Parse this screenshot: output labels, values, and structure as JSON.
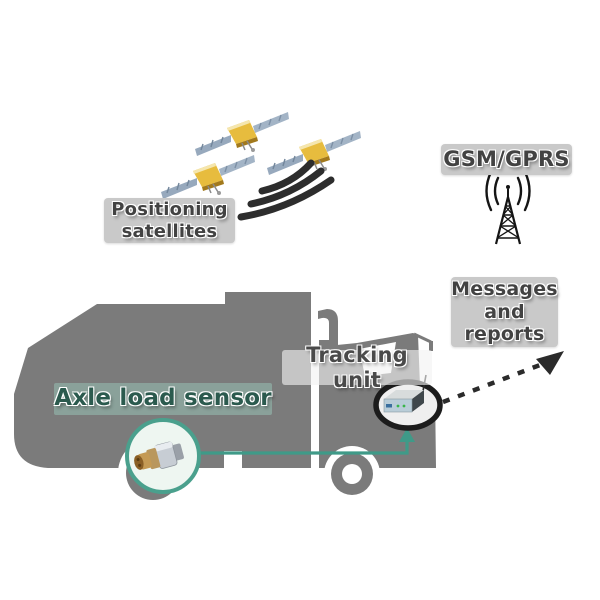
{
  "labels": {
    "positioning": {
      "line1": "Positioning",
      "line2": "satellites"
    },
    "gsm": "GSM/GPRS",
    "messages": {
      "line1": "Messages",
      "line2": "and",
      "line3": "reports"
    },
    "tracking": "Tracking unit",
    "axle": "Axle load sensor"
  },
  "icons": {
    "satellites": "satellite-icon (x3)",
    "signal_waves": "signal-waves-icon",
    "cell_tower": "cell-tower-icon",
    "truck": "garbage-truck-silhouette",
    "tracking_device": "tracking-device-icon",
    "axle_sensor": "axle-load-sensor-photo",
    "dashed_arrow": "dashed-arrow-to-messages",
    "teal_connector": "sensor-to-tracker-connector"
  },
  "colors": {
    "background": "#ffffff",
    "truck_gray": "#7b7b7b",
    "label_bg": "#c9c9c9",
    "label_text": "#424242",
    "axle_text": "#2b5a4e",
    "teal_accent": "#3f9a88",
    "arrow_black": "#2b2b2b",
    "satellite_body": "#e7bc3e",
    "satellite_panel": "#9cafc2"
  }
}
